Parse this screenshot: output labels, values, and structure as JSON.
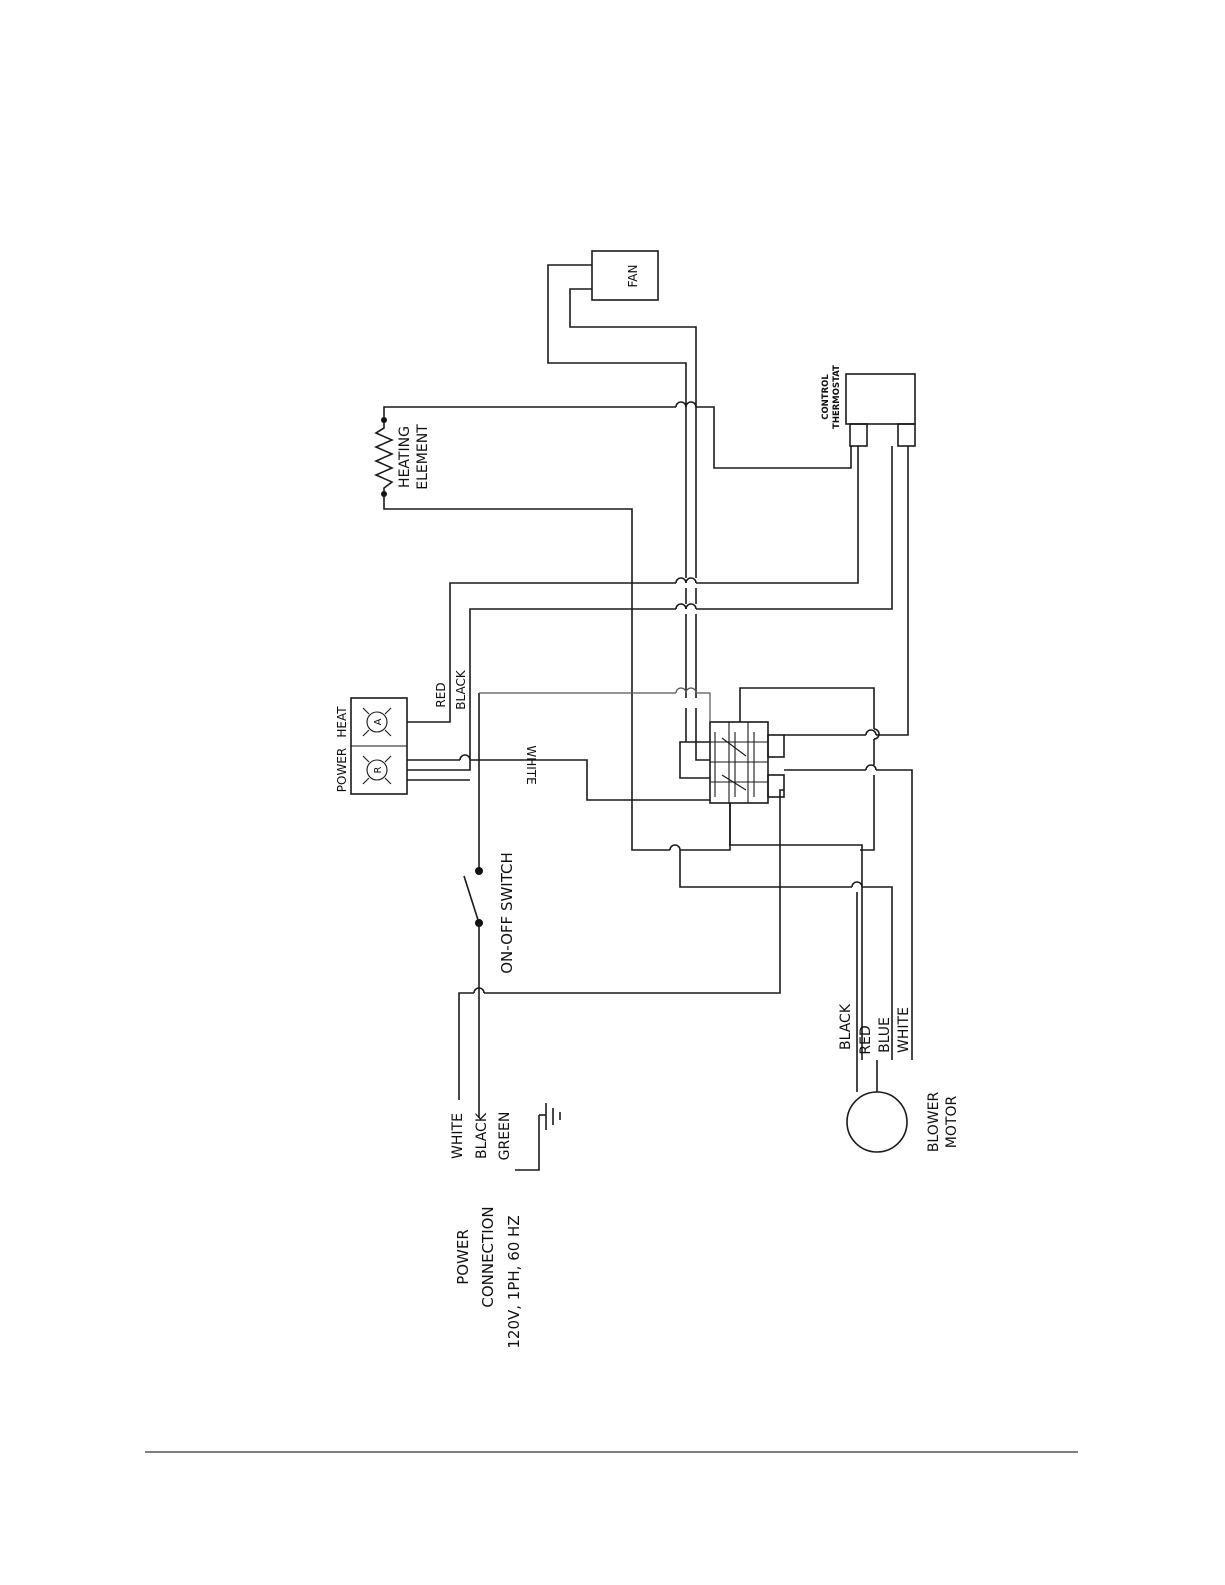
{
  "labels": {
    "fan": "FAN",
    "control_thermostat_line1": "CONTROL",
    "control_thermostat_line2": "THERMOSTAT",
    "heating_element_line1": "HEATING",
    "heating_element_line2": "ELEMENT",
    "power_light": "POWER",
    "heat_light": "HEAT",
    "lamp_r": "R",
    "lamp_a": "A",
    "wire_red": "RED",
    "wire_black": "BLACK",
    "wire_white": "WHITE",
    "on_off_switch": "ON-OFF  SWITCH",
    "supply_white": "WHITE",
    "supply_black": "BLACK",
    "supply_green": "GREEN",
    "power_connection_line1": "POWER",
    "power_connection_line2": "CONNECTION",
    "power_connection_line3": "120V, 1PH, 60 HZ",
    "motor_black": "BLACK",
    "motor_red": "RED",
    "motor_blue": "BLUE",
    "motor_white": "WHITE",
    "blower_motor_line1": "BLOWER",
    "blower_motor_line2": "MOTOR"
  }
}
